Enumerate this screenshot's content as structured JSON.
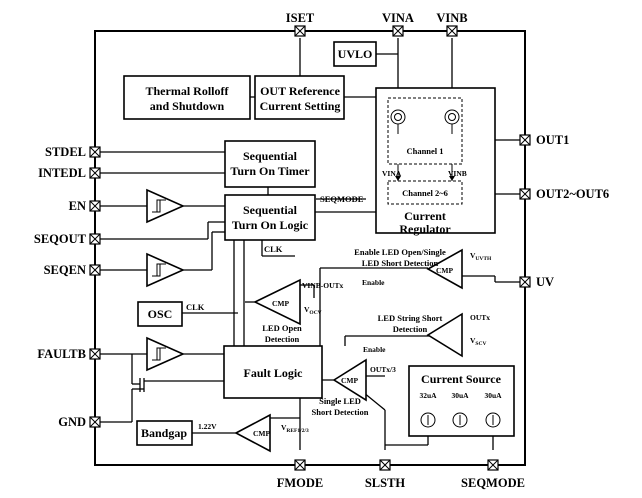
{
  "pins": {
    "iset": "ISET",
    "vina": "VINA",
    "vinb": "VINB",
    "stdel": "STDEL",
    "intedl": "INTEDL",
    "en": "EN",
    "seqout": "SEQOUT",
    "seqen": "SEQEN",
    "faultb": "FAULTB",
    "gnd": "GND",
    "out1": "OUT1",
    "out2_6": "OUT2~OUT6",
    "uv": "UV",
    "fmode": "FMODE",
    "slsth": "SLSTH",
    "seqmode": "SEQMODE"
  },
  "blocks": {
    "uvlo": "UVLO",
    "thermal_1": "Thermal Rolloff",
    "thermal_2": "and Shutdown",
    "outref_1": "OUT Reference",
    "outref_2": "Current Setting",
    "timer_1": "Sequential",
    "timer_2": "Turn On Timer",
    "logic_1": "Sequential",
    "logic_2": "Turn On Logic",
    "regulator_1": "Current",
    "regulator_2": "Regulator",
    "channel1": "Channel 1",
    "channel2_6": "Channel 2~6",
    "osc": "OSC",
    "fault_logic": "Fault Logic",
    "current_source": "Current Source",
    "bandgap": "Bandgap"
  },
  "signals": {
    "seqmode_internal": "SEQMODE",
    "clk_top": "CLK",
    "clk_osc": "CLK",
    "reg_vina": "VINA",
    "reg_vinb": "VINB",
    "enable_open_1": "Enable LED Open/Single",
    "enable_open_2": "LED Short Detection",
    "cmp_uv": "CMP",
    "vuvth_v": "V",
    "vuvth_sub": "UVTH",
    "vinb_outx": "VINB-OUTx",
    "enable_1": "Enable",
    "cmp_open": "CMP",
    "vocv_v": "V",
    "vocv_sub": "OCV",
    "led_open_1": "LED Open",
    "led_open_2": "Detection",
    "string_short_1": "LED String Short",
    "string_short_2": "Detection",
    "outx": "OUTx",
    "vscv_v": "V",
    "vscv_sub": "SCV",
    "enable_2": "Enable",
    "cmp_short": "CMP",
    "outx3": "OUTx/3",
    "single_short_1": "Single LED",
    "single_short_2": "Short Detection",
    "cmp_fmode": "CMP",
    "vref_v": "V",
    "vref_sub": "REF1/2/3",
    "bg_volt": "1.22V",
    "i1": "32uA",
    "i2": "30uA",
    "i3": "30uA"
  }
}
